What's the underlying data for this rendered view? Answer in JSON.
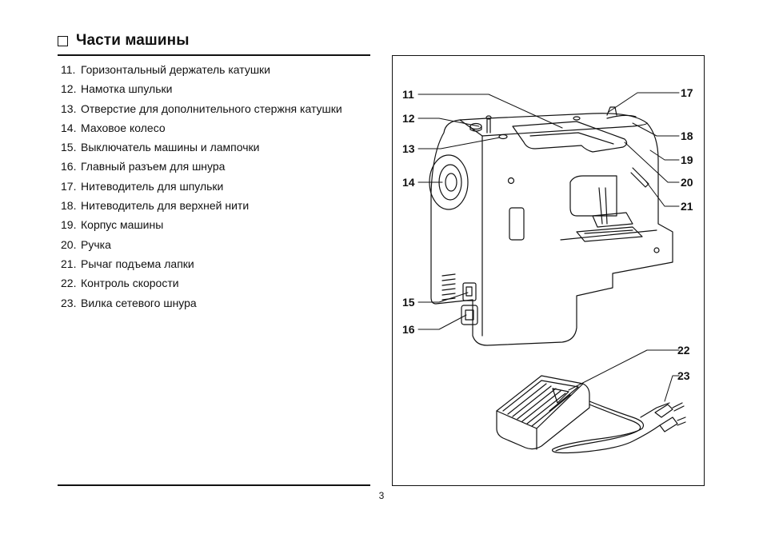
{
  "page": {
    "title": "Части машины",
    "page_number": "3"
  },
  "parts": [
    {
      "num": "11.",
      "text": "Горизонтальный держатель катушки"
    },
    {
      "num": "12.",
      "text": "Намотка шпульки"
    },
    {
      "num": "13.",
      "text": "Отверстие для дополнительного стержня катушки"
    },
    {
      "num": "14.",
      "text": "Маховое колесо"
    },
    {
      "num": "15.",
      "text": "Выключатель машины и лампочки"
    },
    {
      "num": "16.",
      "text": "Главный разъем для шнура"
    },
    {
      "num": "17.",
      "text": "Нитеводитель для шпульки"
    },
    {
      "num": "18.",
      "text": "Нитеводитель для верхней нити"
    },
    {
      "num": "19.",
      "text": "Корпус машины"
    },
    {
      "num": "20.",
      "text": "Ручка"
    },
    {
      "num": "21.",
      "text": "Рычаг подъема лапки"
    },
    {
      "num": "22.",
      "text": "Контроль скорости"
    },
    {
      "num": "23.",
      "text": "Вилка сетевого шнура"
    }
  ],
  "figure": {
    "callouts": [
      "11",
      "12",
      "13",
      "14",
      "15",
      "16",
      "17",
      "18",
      "19",
      "20",
      "21",
      "22",
      "23"
    ]
  }
}
